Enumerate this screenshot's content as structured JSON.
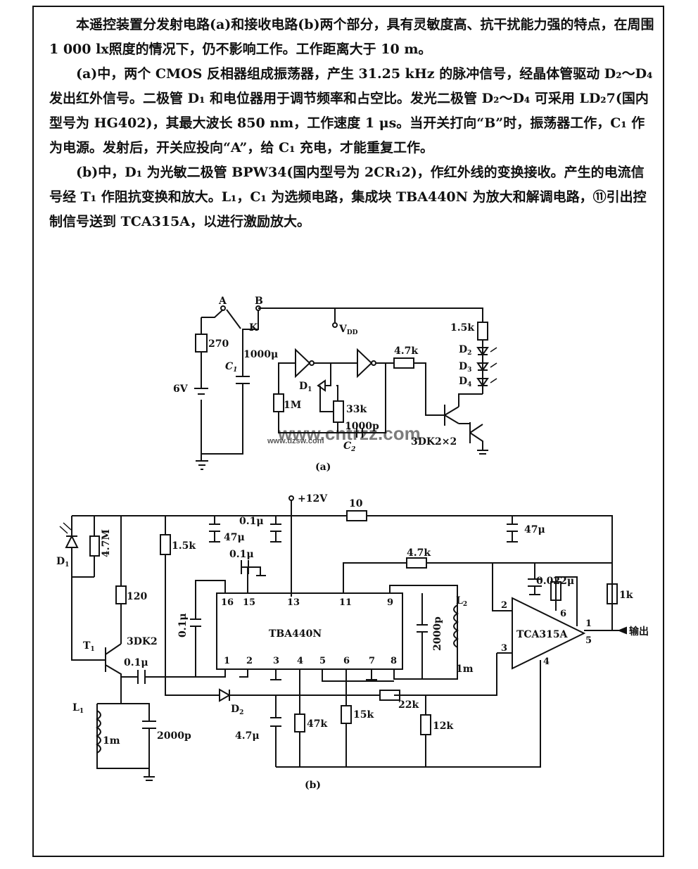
{
  "description": {
    "paragraphs": [
      "本遥控装置分发射电路(a)和接收电路(b)两个部分，具有灵敏度高、抗干扰能力强的特点，在周围1 000 lx照度的情况下，仍不影响工作。工作距离大于 10 m。",
      "(a)中，两个 CMOS 反相器组成振荡器，产生 31.25 kHz 的脉冲信号，经晶体管驱动 D₂～D₄ 发出红外信号。二极管 D₁ 和电位器用于调节频率和占空比。发光二极管 D₂～D₄ 可采用 LD₂7(国内型号为 HG402)，其最大波长 850 nm，工作速度 1 μs。当开关打向“B”时，振荡器工作，C₁ 作为电源。发射后，开关应投向“A”，给 C₁ 充电，才能重复工作。",
      "(b)中，D₁ 为光敏二极管 BPW34(国内型号为 2CR₁2)，作红外线的变换接收。产生的电流信号经 T₁ 作阻抗变换和放大。L₁，C₁ 为选频电路，集成块 TBA440N 为放大和解调电路，⑪引出控制信号送到 TCA315A，以进行激励放大。"
    ]
  },
  "circuit_a": {
    "caption": "(a)",
    "switch_a": "A",
    "switch_b": "B",
    "switch_k": "K",
    "vdd": "V",
    "vdd_sub": "DD",
    "r270": "270",
    "c1": "C",
    "c1_sub": "1",
    "c1_val": "1000μ",
    "battery": "6V",
    "r1m": "1M",
    "d1": "D",
    "d1_sub": "1",
    "pot": "33k",
    "c2_val": "1000p",
    "c2": "C",
    "c2_sub": "2",
    "r47k": "4.7k",
    "r15k": "1.5k",
    "d2": "D",
    "d2_sub": "2",
    "d3": "D",
    "d3_sub": "3",
    "d4": "D",
    "d4_sub": "4",
    "transistor": "3DK2×2"
  },
  "circuit_b": {
    "caption": "(b)",
    "supply": "+12V",
    "r10": "10",
    "c01a": "0.1μ",
    "c47a": "47μ",
    "c47b": "47μ",
    "d1": "D",
    "d1_sub": "1",
    "r47m": "4.7M",
    "r120": "120",
    "t1": "T",
    "t1_sub": "1",
    "t1_type": "3DK2",
    "c01b": "0.1μ",
    "l1": "L",
    "l1_sub": "1",
    "l1_val": "1m",
    "c2000a": "2000p",
    "r15k": "1.5k",
    "c01c": "0.1μ",
    "c01d": "0.1μ",
    "ic1": "TBA440N",
    "ic1_pins": [
      "16",
      "15",
      "13",
      "11",
      "9",
      "1",
      "2",
      "3",
      "4",
      "5",
      "6",
      "7",
      "8"
    ],
    "c2000b": "2000p",
    "l2": "L",
    "l2_sub": "2",
    "l2_val": "1m",
    "r47k": "4.7k",
    "c0022": "0.022μ",
    "ic2": "TCA315A",
    "ic2_pins": [
      "2",
      "3",
      "6",
      "1",
      "5",
      "4"
    ],
    "r1k": "1k",
    "output": "输出",
    "d2": "D",
    "d2_sub": "2",
    "r22k": "22k",
    "c47u": "4.7μ",
    "r47kb": "47k",
    "r15kb": "15k",
    "r12k": "12k"
  },
  "watermark": {
    "main": "www.cntrzz.com",
    "small": "www.dzsw.com"
  }
}
